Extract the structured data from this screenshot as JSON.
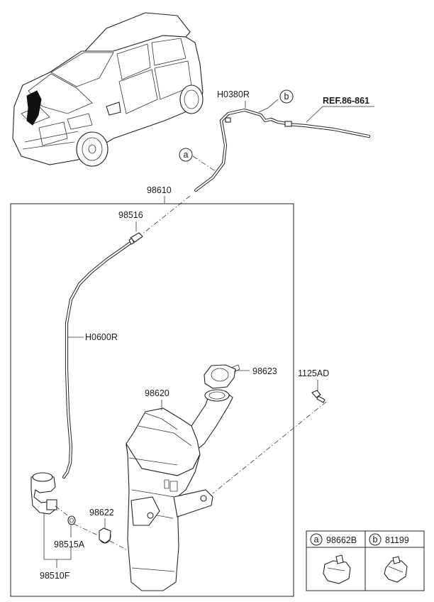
{
  "labels": {
    "hose_top": "H0380R",
    "ref": "REF.86-861",
    "marker_a": "a",
    "marker_b": "b",
    "assembly": "98610",
    "connector": "98516",
    "hose_main": "H0600R",
    "cap": "98623",
    "reservoir": "98620",
    "bolt": "1125AD",
    "grommet": "98622",
    "seal": "98515A",
    "pump": "98510F"
  },
  "legend": {
    "a_marker": "a",
    "a_part": "98662B",
    "b_marker": "b",
    "b_part": "81199"
  }
}
